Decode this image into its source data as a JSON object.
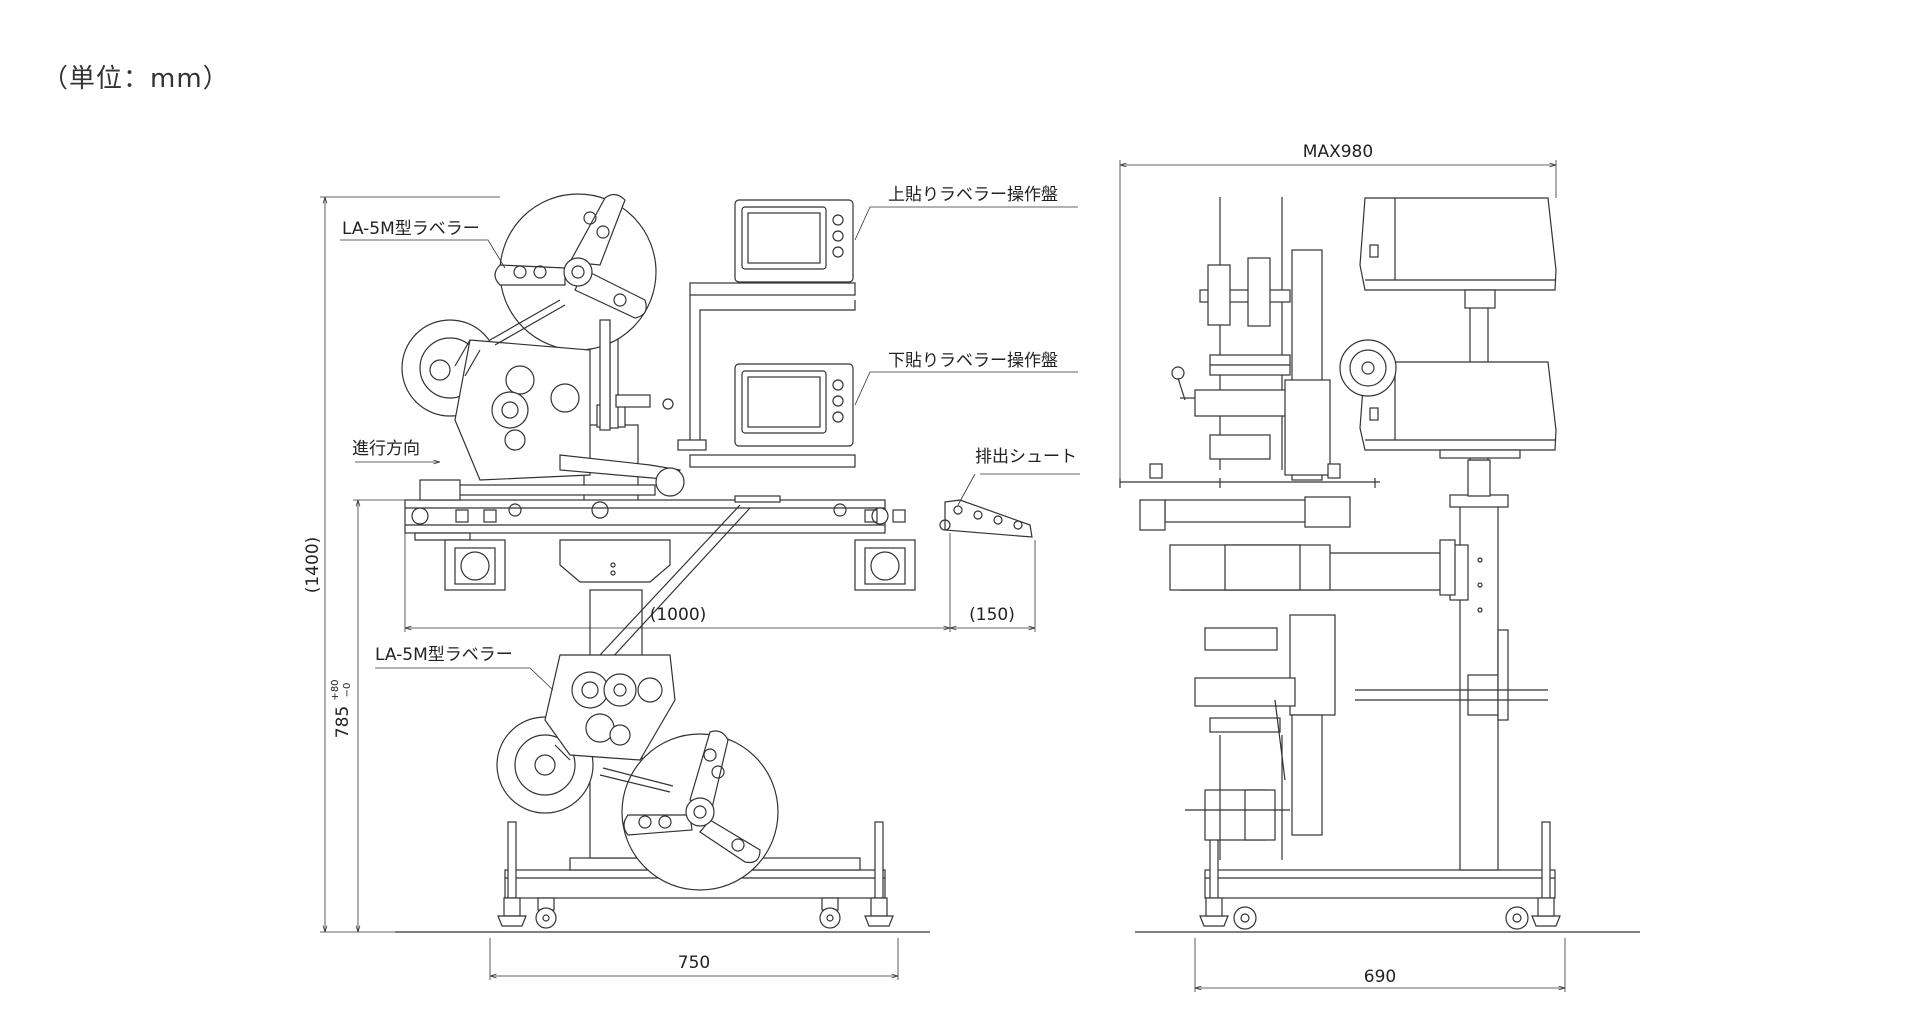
{
  "unit_note": "（単位：mm）",
  "labels": {
    "labeler_upper": "LA-5M型ラベラー",
    "labeler_lower": "LA-5M型ラベラー",
    "upper_panel": "上貼りラベラー操作盤",
    "lower_panel": "下貼りラベラー操作盤",
    "direction": "進行方向",
    "chute": "排出シュート"
  },
  "dimensions": {
    "total_height": "(1400)",
    "conveyor_height": "785",
    "conveyor_tolerance_plus": "+80",
    "conveyor_tolerance_minus": "−0",
    "conveyor_length": "(1000)",
    "chute_length": "(150)",
    "base_width_front": "750",
    "max_width_side": "MAX980",
    "base_width_side": "690"
  }
}
